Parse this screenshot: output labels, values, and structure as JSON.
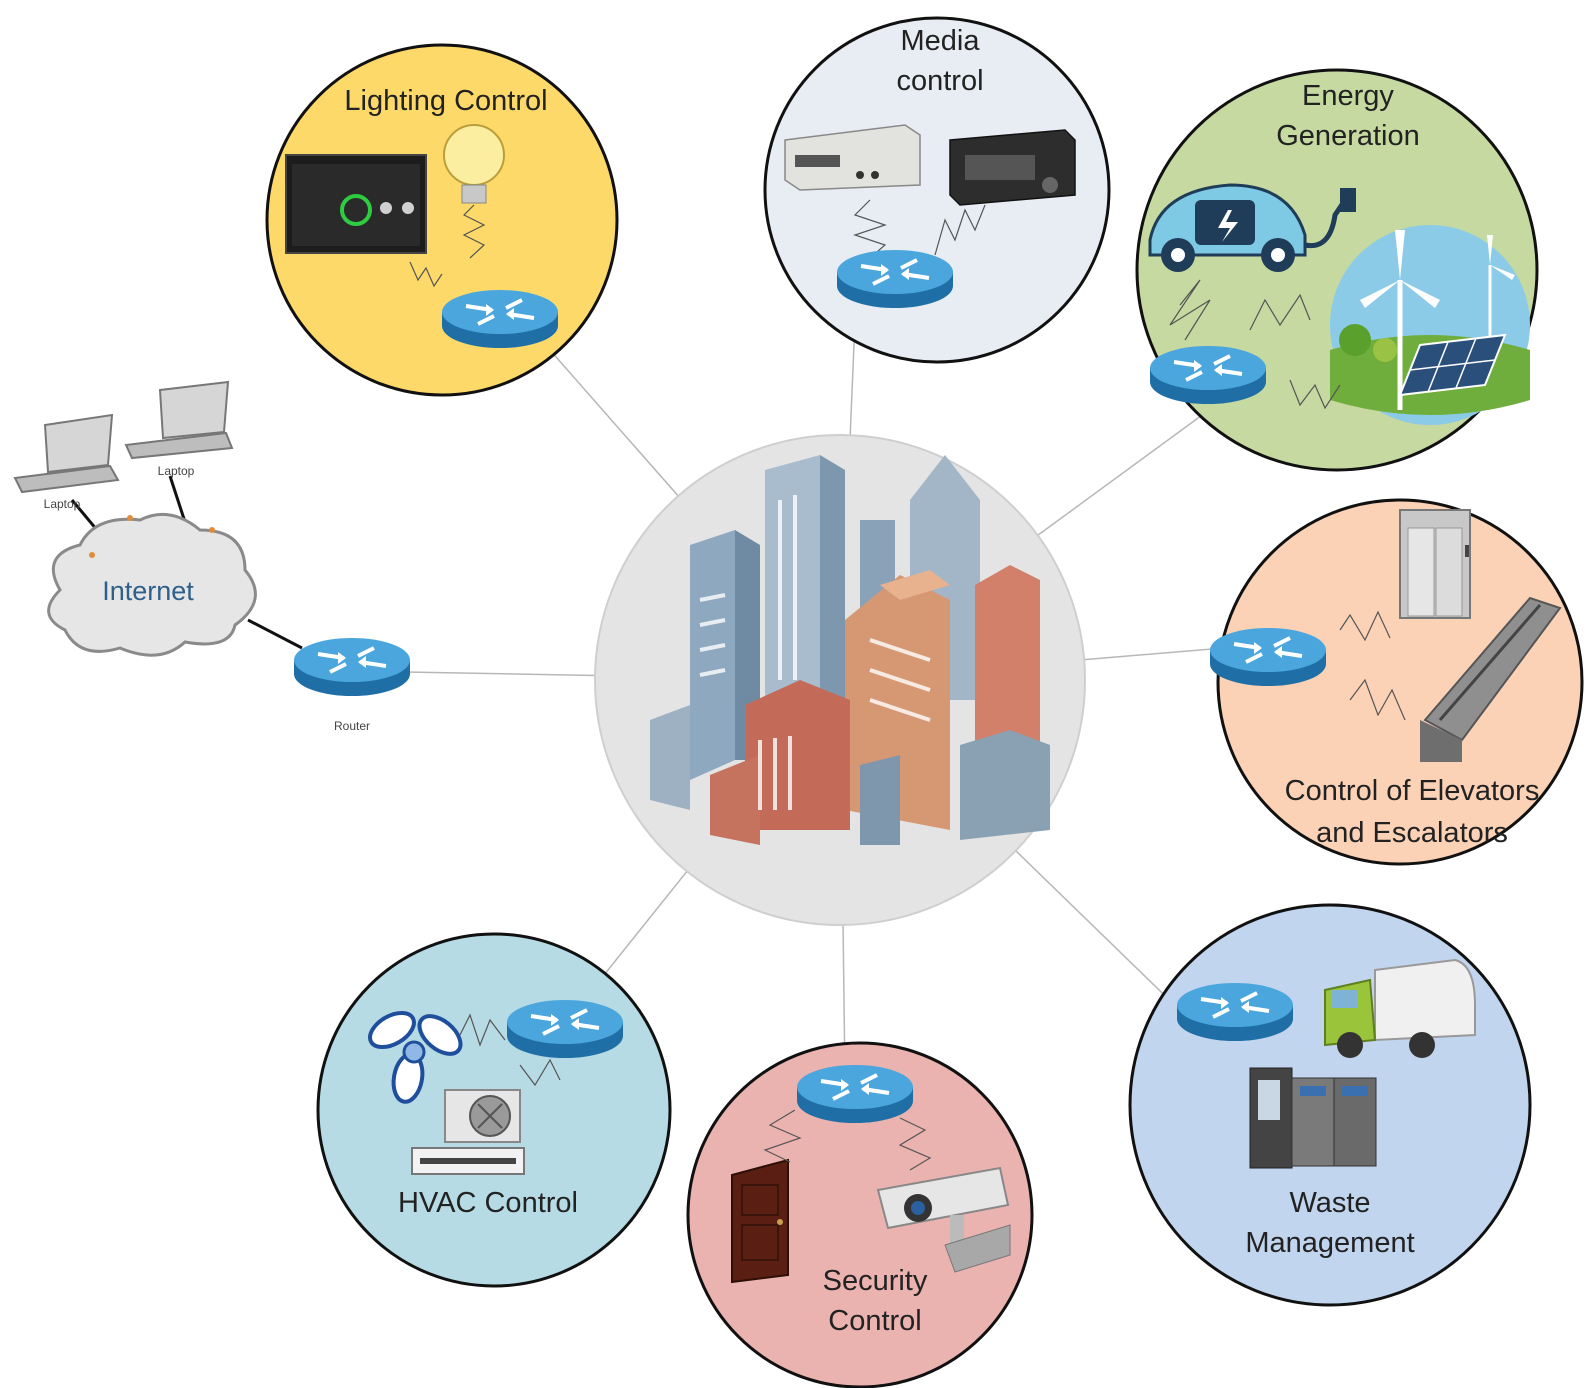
{
  "center": {
    "icon": "city-buildings-icon"
  },
  "internet": {
    "label": "Internet",
    "laptops": [
      {
        "label": "Laptop"
      },
      {
        "label": "Laptop"
      }
    ],
    "router_label": "Router"
  },
  "nodes": [
    {
      "id": "lighting",
      "lines": [
        "Lighting Control"
      ],
      "color": "#fdd96a",
      "icons": [
        "touch-panel-icon",
        "light-bulb-icon",
        "router-icon"
      ]
    },
    {
      "id": "media",
      "lines": [
        "Media",
        "control"
      ],
      "color": "#e8edf3",
      "icons": [
        "video-recorder-icon",
        "media-deck-icon",
        "router-icon"
      ]
    },
    {
      "id": "energy",
      "lines": [
        "Energy",
        "Generation"
      ],
      "color": "#c5d9a0",
      "icons": [
        "electric-car-icon",
        "wind-turbine-icon",
        "solar-panel-icon",
        "router-icon"
      ]
    },
    {
      "id": "elevators",
      "lines": [
        "Control of Elevators",
        "and Escalators"
      ],
      "color": "#fbd2b6",
      "icons": [
        "elevator-icon",
        "escalator-icon",
        "router-icon"
      ]
    },
    {
      "id": "waste",
      "lines": [
        "Waste",
        "Management"
      ],
      "color": "#c2d5ee",
      "icons": [
        "garbage-truck-icon",
        "recycling-kiosk-icon",
        "router-icon"
      ]
    },
    {
      "id": "security",
      "lines": [
        "Security",
        "Control"
      ],
      "color": "#ebb3b0",
      "icons": [
        "door-icon",
        "security-camera-icon",
        "router-icon"
      ]
    },
    {
      "id": "hvac",
      "lines": [
        "HVAC Control"
      ],
      "color": "#b6dbe5",
      "icons": [
        "fan-icon",
        "air-conditioner-icon",
        "router-icon"
      ]
    }
  ],
  "colors": {
    "router": "#2e8cc9",
    "router_top": "#4aa6dd",
    "center_circle": "#e4e4e4"
  }
}
